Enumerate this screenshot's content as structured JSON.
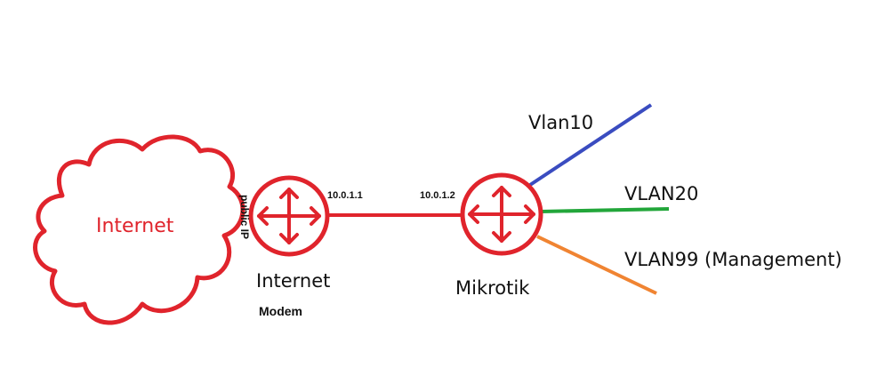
{
  "colors": {
    "red": "#e0242c",
    "vlan10": "#3a4cc0",
    "vlan20": "#22a63a",
    "vlan99": "#f08432"
  },
  "icons": {
    "cloud": "cloud-icon",
    "modem": "router-icon",
    "mikrotik": "router-icon"
  },
  "labels": {
    "cloud": "Internet",
    "public_ip": "public IP",
    "modem_line1": "Internet",
    "modem_line2": "Modem",
    "modem_ip": "10.0.1.1",
    "mikrotik_ip": "10.0.1.2",
    "mikrotik": "Mikrotik",
    "vlan10": "Vlan10",
    "vlan20": "VLAN20",
    "vlan99": "VLAN99 (Management)"
  }
}
